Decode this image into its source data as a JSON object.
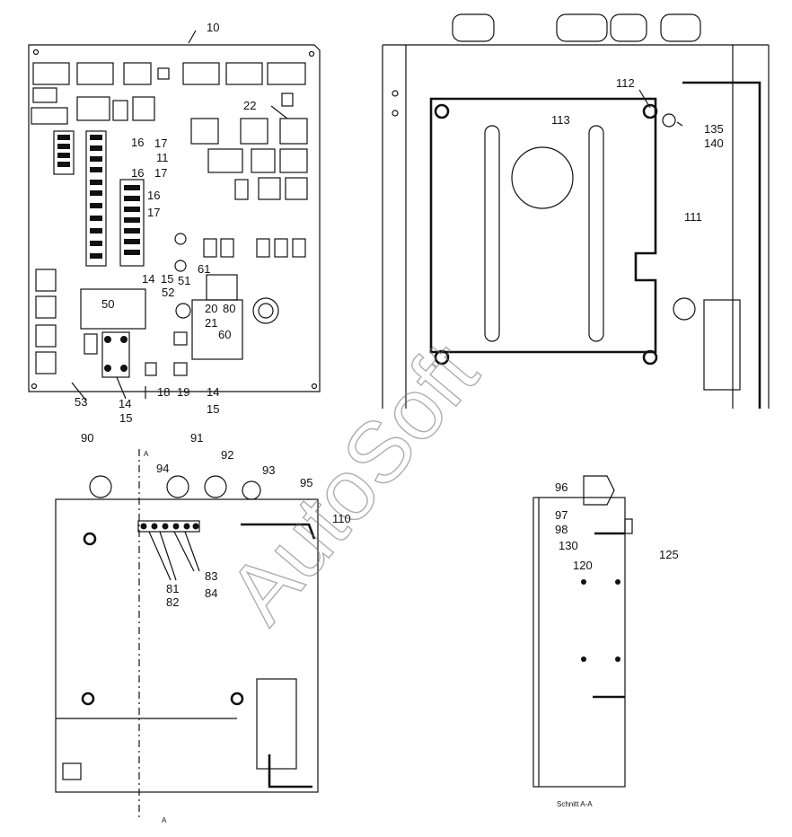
{
  "watermark": "AutoSoft",
  "section_caption": "Schnitt A-A",
  "section_marker": "A",
  "top_left_panel": {
    "callouts": [
      "10",
      "22",
      "16",
      "17",
      "11",
      "17",
      "16",
      "16",
      "17",
      "14",
      "15",
      "51",
      "61",
      "52",
      "50",
      "20",
      "80",
      "21",
      "60",
      "53",
      "14",
      "15",
      "18",
      "19",
      "14",
      "15"
    ]
  },
  "top_right_panel": {
    "callouts": [
      "112",
      "113",
      "135",
      "140",
      "111"
    ]
  },
  "bottom_left_panel": {
    "callouts": [
      "90",
      "91",
      "92",
      "93",
      "94",
      "95",
      "110",
      "83",
      "84",
      "81",
      "82"
    ]
  },
  "bottom_right_panel": {
    "callouts": [
      "96",
      "97",
      "98",
      "130",
      "120",
      "125"
    ]
  }
}
